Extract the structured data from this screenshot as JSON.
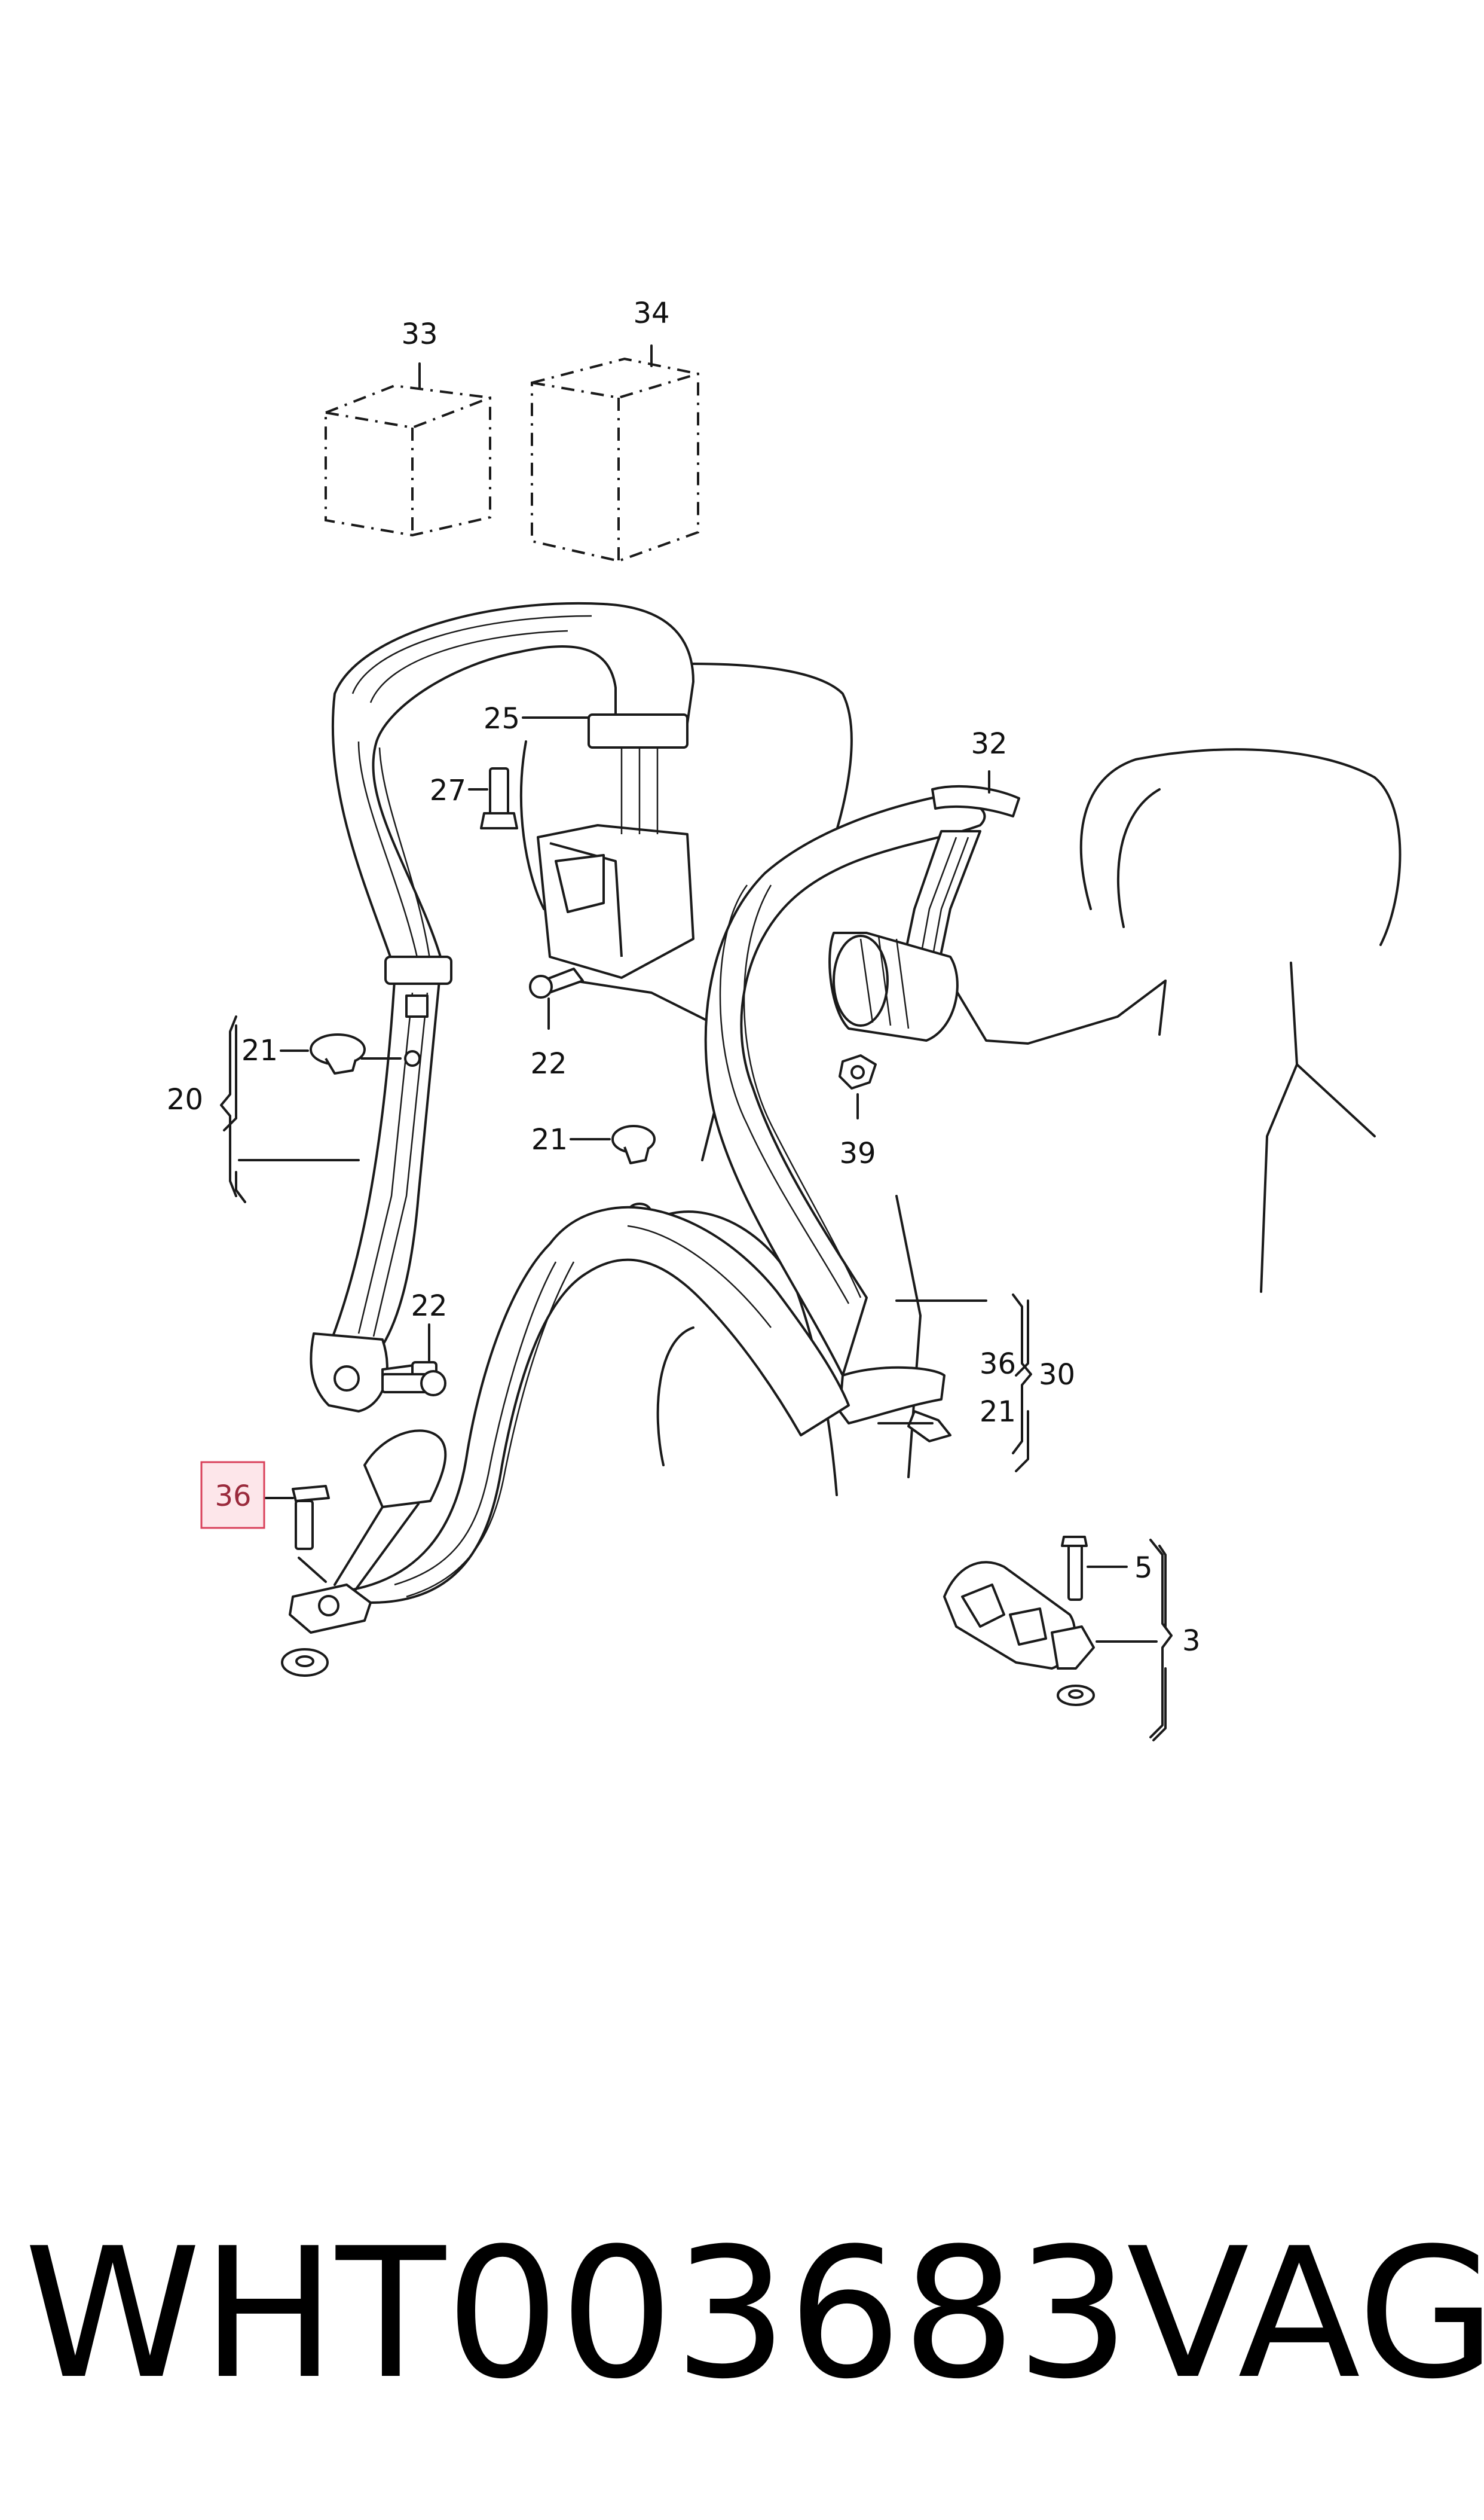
{
  "callouts": {
    "c3": "3",
    "c5": "5",
    "c20": "20",
    "c21a": "21",
    "c21b": "21",
    "c21c": "21",
    "c22a": "22",
    "c22b": "22",
    "c25": "25",
    "c27": "27",
    "c30": "30",
    "c32": "32",
    "c33": "33",
    "c34": "34",
    "c36_selected": "36",
    "c36b": "36",
    "c39": "39"
  },
  "selected_callout": "36",
  "highlight_color": "#fde6ea",
  "footer": {
    "part_number": "WHT003683",
    "brand": "VAG"
  }
}
